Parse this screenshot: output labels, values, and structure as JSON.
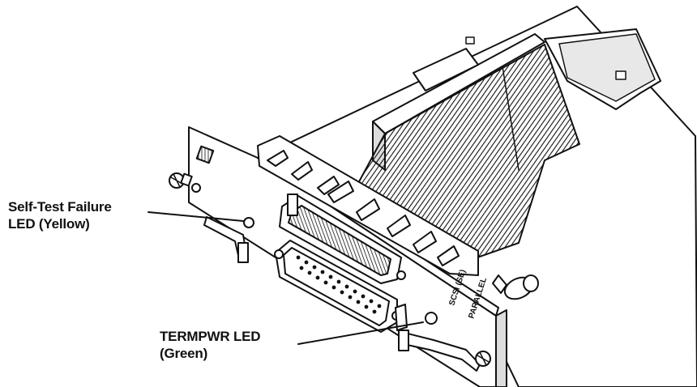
{
  "callouts": {
    "self_test": {
      "line1": "Self-Test Failure",
      "line2": "LED (Yellow)"
    },
    "termpwr": {
      "line1": "TERMPWR LED",
      "line2": "(Green)"
    }
  },
  "bracket_text": {
    "scsi": "SCSI (SE)",
    "parallel": "PARALLEL"
  },
  "colors": {
    "ink": "#111111",
    "paper": "#ffffff"
  }
}
